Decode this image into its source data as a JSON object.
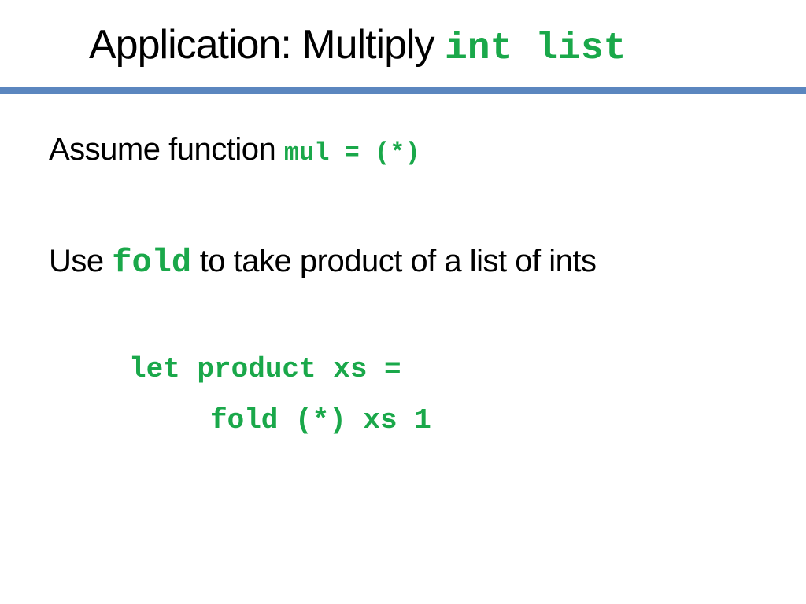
{
  "slide": {
    "title": {
      "text": "Application: Multiply ",
      "code": "int list"
    },
    "body": {
      "line1": {
        "text": "Assume function ",
        "code": "mul = (*)"
      },
      "line2": {
        "prefix": "Use ",
        "code": "fold",
        "suffix": " to take product of a list of ints"
      },
      "code_block": [
        "let product xs =",
        "fold (*) xs 1"
      ]
    },
    "colors": {
      "code_green": "#1aa84a",
      "rule_blue": "#5b86bf",
      "text": "#000000",
      "background": "#ffffff"
    }
  }
}
